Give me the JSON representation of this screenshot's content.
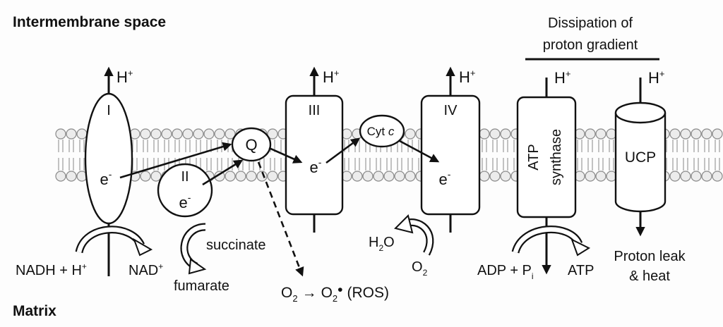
{
  "headings": {
    "intermembrane": "Intermembrane space",
    "matrix": "Matrix",
    "dissipation_line1": "Dissipation of",
    "dissipation_line2": "proton gradient"
  },
  "proton_label": "H",
  "proton_sup": "+",
  "electron_label": "e",
  "electron_sup": "-",
  "complexes": {
    "I": "I",
    "II": "II",
    "III": "III",
    "IV": "IV",
    "Q": "Q",
    "cyt": "Cyt",
    "cyt_italic": "c",
    "atp_line1": "ATP",
    "atp_line2": "synthase",
    "ucp": "UCP"
  },
  "reactions": {
    "nadh": "NADH + H",
    "nad": "NAD",
    "succinate": "succinate",
    "fumarate": "fumarate",
    "h2o_h": "H",
    "h2o_2": "2",
    "h2o_o": "O",
    "o2_o": "O",
    "o2_2": "2",
    "adp": "ADP + P",
    "pi_sub": "i",
    "atp": "ATP",
    "leak_line1": "Proton leak",
    "leak_line2": "& heat",
    "ros_o2": "O",
    "ros_sub": "2",
    "ros_arrow": "→",
    "ros_o2b": "O",
    "ros_dot": "•",
    "ros_label": "(ROS)"
  }
}
